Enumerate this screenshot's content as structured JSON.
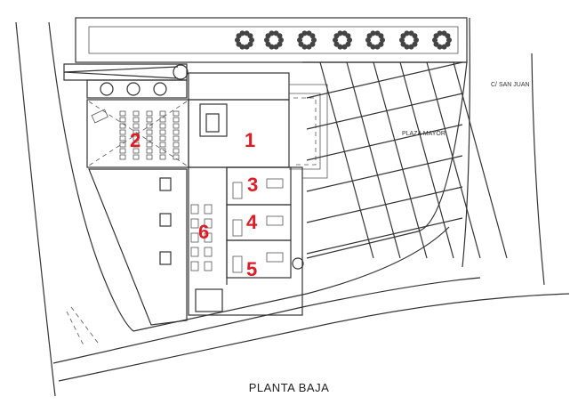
{
  "plan": {
    "title": "PLANTA BAJA",
    "street_label": "C/ SAN JUAN",
    "plaza_label": "PLAZA MAYOR",
    "room_numbers": [
      "1",
      "2",
      "3",
      "4",
      "5",
      "6"
    ],
    "colors": {
      "room_number": "#e01b24",
      "lines": "#333333"
    }
  }
}
